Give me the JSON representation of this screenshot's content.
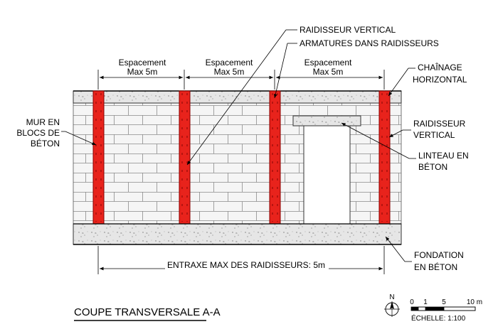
{
  "drawing": {
    "title": "COUPE TRANSVERSALE A-A",
    "spacing": [
      {
        "line1": "Espacement",
        "line2": "Max 5m"
      },
      {
        "line1": "Espacement",
        "line2": "Max 5m"
      },
      {
        "line1": "Espacement",
        "line2": "Max 5m"
      }
    ],
    "labels": {
      "raidisseur_top": "RAIDISSEUR VERTICAL",
      "armatures": "ARMATURES DANS RAIDISSEURS",
      "chainage_1": "CHAÎNAGE",
      "chainage_2": "HORIZONTAL",
      "mur_1": "MUR EN",
      "mur_2": "BLOCS DE",
      "mur_3": "BÉTON",
      "raidisseur_right_1": "RAIDISSEUR",
      "raidisseur_right_2": "VERTICAL",
      "linteau_1": "LINTEAU EN",
      "linteau_2": "BÉTON",
      "fondation_1": "FONDATION",
      "fondation_2": "EN BÉTON",
      "entraxe": "ENTRAXE MAX DES RAIDISSEURS: 5m"
    },
    "scale": {
      "north": "N",
      "ticks": [
        "0",
        "1",
        "5",
        "10 m"
      ],
      "text": "ÉCHELLE: 1:100"
    },
    "colors": {
      "stiffener": "#e8231c",
      "stiffener_edge": "#8b0000",
      "concrete": "#e4e4e4",
      "wall": "#f4f4f4",
      "line": "#000000"
    }
  }
}
